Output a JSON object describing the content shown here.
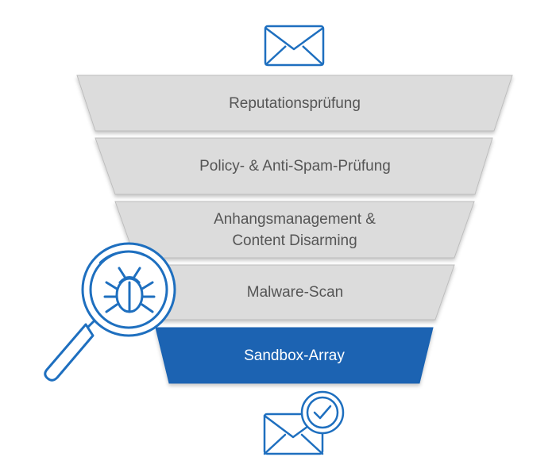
{
  "colors": {
    "band_fill": "#dcdcdc",
    "band_edge": "#bdbdbd",
    "active_fill": "#1a63b2",
    "icon_stroke": "#1e6fbf",
    "text": "#555555"
  },
  "icons": {
    "top": "envelope-icon",
    "bottom": "envelope-check-icon",
    "magnifier": "magnifier-bug-icon"
  },
  "funnel": {
    "stages": [
      {
        "label": "Reputationsprüfung",
        "active": false
      },
      {
        "label": "Policy- & Anti-Spam-Prüfung",
        "active": false
      },
      {
        "label": "Anhangsmanagement &\nContent Disarming",
        "active": false
      },
      {
        "label": "Malware-Scan",
        "active": false
      },
      {
        "label": "Sandbox-Array",
        "active": true
      }
    ]
  }
}
